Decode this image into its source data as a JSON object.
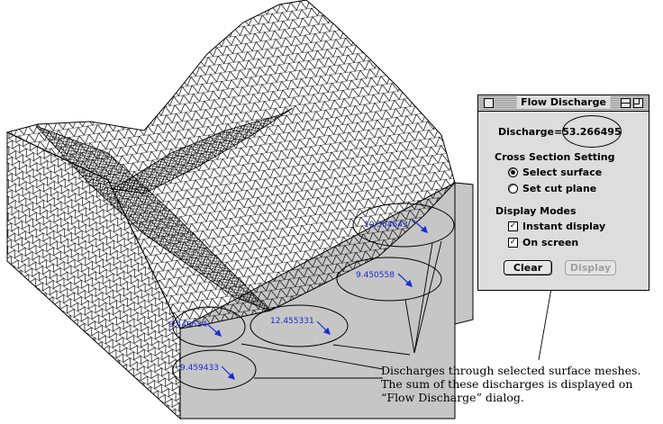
{
  "dialog": {
    "title": "Flow Discharge",
    "discharge_label": "Discharge=",
    "discharge_value": "53.266495",
    "cross_section_title": "Cross Section Setting",
    "radio_options": [
      {
        "label": "Select surface",
        "selected": true
      },
      {
        "label": "Set cut plane",
        "selected": false
      }
    ],
    "display_modes_title": "Display Modes",
    "checkbox_options": [
      {
        "label": "Instant display",
        "checked": true
      },
      {
        "label": "On screen",
        "checked": true
      }
    ],
    "clear_button": "Clear",
    "display_button": "Display",
    "display_button_enabled": false
  },
  "mesh_labels": [
    "10.564643",
    "9.450558",
    "12.455331",
    "9.449534",
    "9.459433"
  ],
  "caption_lines": [
    "Discharges through selected surface meshes.",
    "The sum of these discharges is displayed on",
    "“Flow Discharge” dialog."
  ],
  "colors": {
    "label_blue": "#1a2bd6",
    "side_gray": "#c6c6c6",
    "mesh_line": "#000000"
  }
}
